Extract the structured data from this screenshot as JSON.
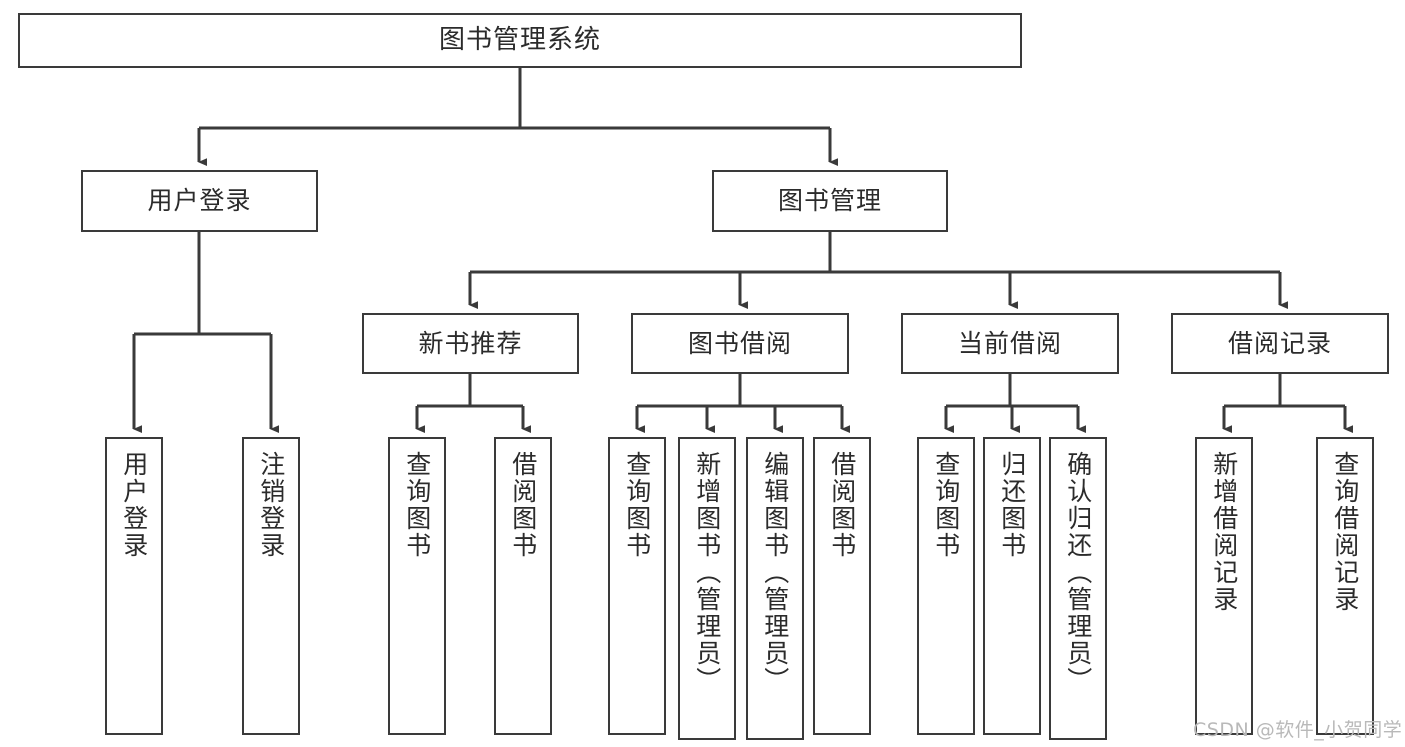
{
  "diagram": {
    "title": "图书管理系统",
    "type": "hierarchy-tree",
    "style": {
      "border_color": "#3a3a3a",
      "background": "#ffffff",
      "text_color": "#2b2b2b",
      "watermark_color": "#b9b9b9"
    },
    "levels": {
      "root": {
        "label": "图书管理系统"
      },
      "level2": [
        {
          "label": "用户登录"
        },
        {
          "label": "图书管理"
        }
      ],
      "level3": [
        {
          "label": "新书推荐"
        },
        {
          "label": "图书借阅"
        },
        {
          "label": "当前借阅"
        },
        {
          "label": "借阅记录"
        }
      ],
      "leaves": {
        "user_login": [
          {
            "label": "用户登录"
          },
          {
            "label": "注销登录"
          }
        ],
        "new_book_recommend": [
          {
            "label": "查询图书"
          },
          {
            "label": "借阅图书"
          }
        ],
        "book_borrow": [
          {
            "label": "查询图书"
          },
          {
            "label": "新增图书（管理员）"
          },
          {
            "label": "编辑图书（管理员）"
          },
          {
            "label": "借阅图书"
          }
        ],
        "current_borrow": [
          {
            "label": "查询图书"
          },
          {
            "label": "归还图书"
          },
          {
            "label": "确认归还（管理员）"
          }
        ],
        "borrow_records": [
          {
            "label": "新增借阅记录"
          },
          {
            "label": "查询借阅记录"
          }
        ]
      }
    }
  },
  "watermark": {
    "text": "CSDN @软件_小贺同学"
  }
}
